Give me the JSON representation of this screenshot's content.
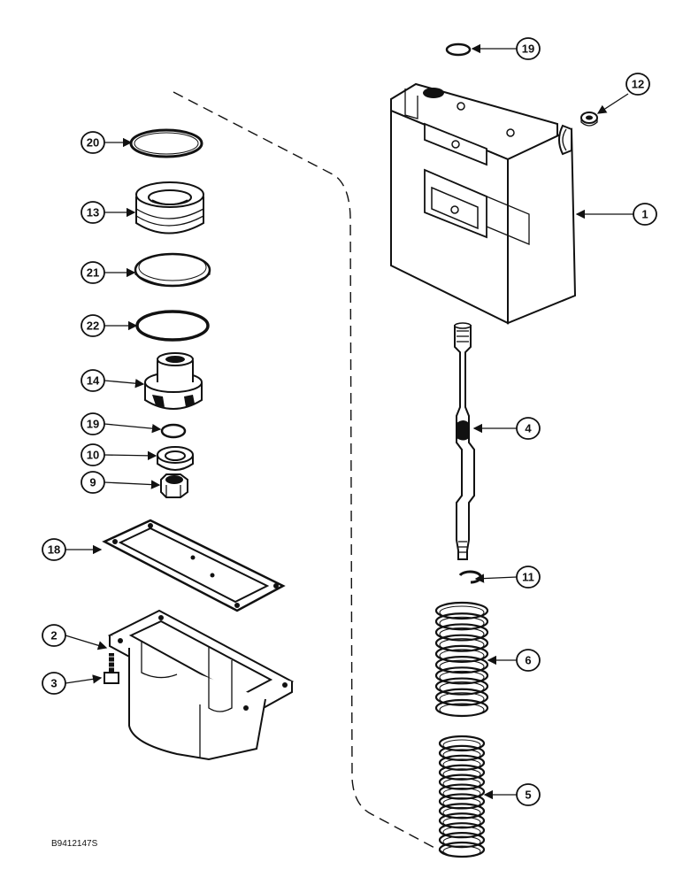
{
  "drawing_ref": "B9412147S",
  "callouts": [
    {
      "id": "c20",
      "num": "20"
    },
    {
      "id": "c13",
      "num": "13"
    },
    {
      "id": "c21",
      "num": "21"
    },
    {
      "id": "c22",
      "num": "22"
    },
    {
      "id": "c14",
      "num": "14"
    },
    {
      "id": "c19a",
      "num": "19"
    },
    {
      "id": "c10",
      "num": "10"
    },
    {
      "id": "c9",
      "num": "9"
    },
    {
      "id": "c18",
      "num": "18"
    },
    {
      "id": "c2",
      "num": "2"
    },
    {
      "id": "c3",
      "num": "3"
    },
    {
      "id": "c19b",
      "num": "19"
    },
    {
      "id": "c12",
      "num": "12"
    },
    {
      "id": "c1",
      "num": "1"
    },
    {
      "id": "c4",
      "num": "4"
    },
    {
      "id": "c11",
      "num": "11"
    },
    {
      "id": "c6",
      "num": "6"
    },
    {
      "id": "c5",
      "num": "5"
    }
  ]
}
